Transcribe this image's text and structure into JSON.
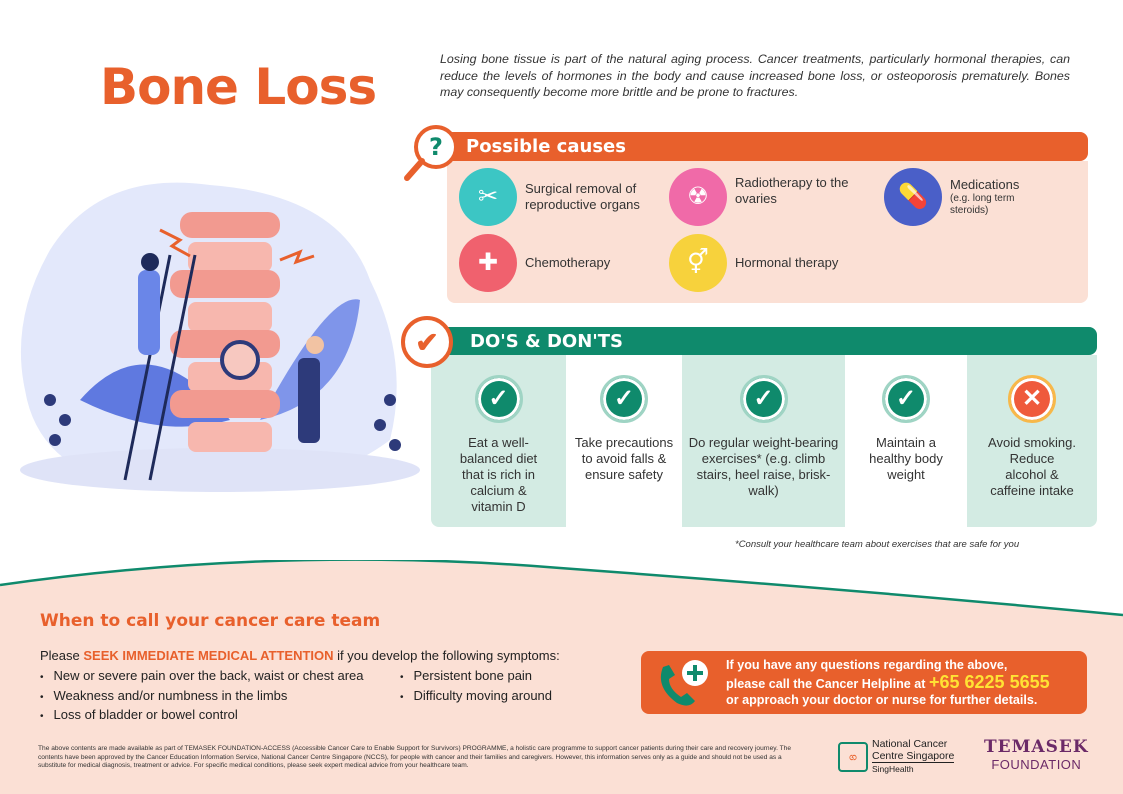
{
  "title": "Bone Loss",
  "intro": "Losing bone tissue is part of the natural aging process. Cancer treatments, particularly hormonal therapies, can reduce the levels of hormones in the body and cause increased bone loss, or osteoporosis prematurely.  Bones may consequently  become more brittle and be prone to fractures.",
  "causes": {
    "heading": "Possible causes",
    "items": [
      {
        "label": "Surgical removal of reproductive organs",
        "icon": "surgical-tools-icon",
        "color": "#3cc6c4"
      },
      {
        "label": "Radiotherapy to the ovaries",
        "icon": "radiation-icon",
        "color": "#f06aa8"
      },
      {
        "label": "Medications",
        "note": "(e.g. long term steroids)",
        "icon": "pills-icon",
        "color": "#4a5fc8"
      },
      {
        "label": "Chemotherapy",
        "icon": "iv-bag-icon",
        "color": "#f0616e"
      },
      {
        "label": "Hormonal therapy",
        "icon": "hormone-vials-icon",
        "color": "#f7d23c"
      }
    ]
  },
  "dos": {
    "heading": "DO'S & DON'TS",
    "items": [
      {
        "label": "Eat a well-balanced diet that is rich in calcium & vitamin D",
        "type": "do"
      },
      {
        "label": "Take precautions to avoid falls & ensure safety",
        "type": "do"
      },
      {
        "label": "Do regular weight-bearing exercises* (e.g. climb stairs, heel raise, brisk-walk)",
        "type": "do"
      },
      {
        "label": "Maintain a healthy body weight",
        "type": "do"
      },
      {
        "label": "Avoid smoking. Reduce alcohol & caffeine intake",
        "type": "dont"
      }
    ],
    "footnote": "*Consult your healthcare team about exercises that are safe for you"
  },
  "when": {
    "heading": "When to call your cancer care team",
    "intro_pre": "Please ",
    "intro_emph": "SEEK IMMEDIATE MEDICAL ATTENTION",
    "intro_post": " if you develop the following symptoms:",
    "symptoms_left": [
      "New or severe pain over the back, waist or chest area",
      "Weakness and/or numbness in the limbs",
      "Loss of bladder or bowel control"
    ],
    "symptoms_right": [
      "Persistent bone pain",
      "Difficulty moving around"
    ]
  },
  "callout": {
    "line1": "If you have any questions regarding the above,",
    "line2": "please call the Cancer Helpline at ",
    "phone": "+65 6225 5655",
    "line3": "or approach  your doctor or nurse for further details."
  },
  "disclaimer": "The above contents are made available as part of TEMASEK FOUNDATION-ACCESS (Accessible Cancer Care to Enable Support for Survivors) PROGRAMME, a holistic care programme to support  cancer patients during their care and recovery journey. The contents have been approved by the Cancer Education Information Service, National Cancer Centre Singapore (NCCS), for people with  cancer and their families and caregivers. However, this information serves only as a guide and should not be used as a substitute for medical diagnosis, treatment or advice. For specific medical  conditions, please seek expert medical advice from your healthcare team.",
  "logos": {
    "ncc_line1": "National Cancer",
    "ncc_line2": "Centre Singapore",
    "ncc_line3": "SingHealth",
    "tf_line1": "TEMASEK",
    "tf_line2": "FOUNDATION"
  },
  "colors": {
    "orange": "#e8602c",
    "teal": "#0f8a6c",
    "peach": "#fbe0d5"
  }
}
